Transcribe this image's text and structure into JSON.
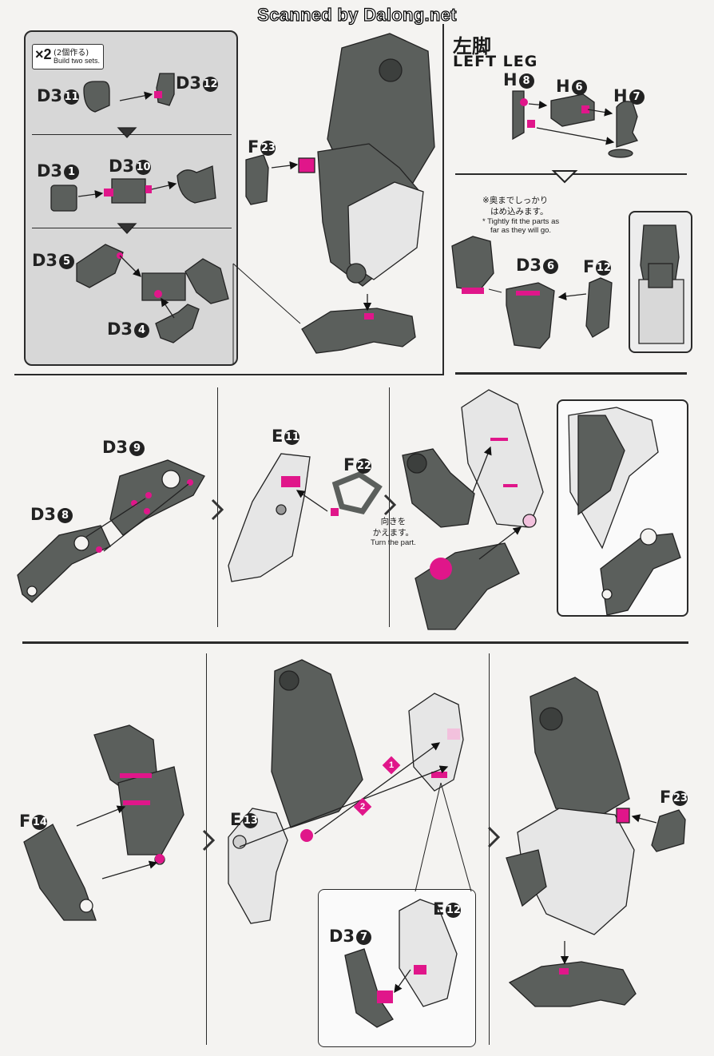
{
  "watermark": "Scanned by Dalong.net",
  "sub_box": {
    "multiplier": "×2",
    "jp_note": "(2個作る)",
    "en_note": "Build two sets."
  },
  "left_leg": {
    "title_jp": "左脚",
    "title_en": "LEFT LEG"
  },
  "fit_note": {
    "jp_line1": "※奥までしっかり",
    "jp_line2": "はめ込みます。",
    "en_line1": "* Tightly fit the parts as",
    "en_line2": "far as they will go."
  },
  "turn_note": {
    "jp_line1": "向きを",
    "jp_line2": "かえます。",
    "en": "Turn the part."
  },
  "parts": {
    "d3_11": {
      "prefix": "D3",
      "num": "11"
    },
    "d3_12": {
      "prefix": "D3",
      "num": "12"
    },
    "d3_1": {
      "prefix": "D3",
      "num": "1"
    },
    "d3_10": {
      "prefix": "D3",
      "num": "10"
    },
    "d3_5": {
      "prefix": "D3",
      "num": "5"
    },
    "d3_4": {
      "prefix": "D3",
      "num": "4"
    },
    "f_23_top": {
      "prefix": "F",
      "num": "23"
    },
    "h_8": {
      "prefix": "H",
      "num": "8"
    },
    "h_6": {
      "prefix": "H",
      "num": "6"
    },
    "h_7": {
      "prefix": "H",
      "num": "7"
    },
    "d3_6": {
      "prefix": "D3",
      "num": "6"
    },
    "f_12": {
      "prefix": "F",
      "num": "12"
    },
    "d3_9": {
      "prefix": "D3",
      "num": "9"
    },
    "d3_8": {
      "prefix": "D3",
      "num": "8"
    },
    "e_11": {
      "prefix": "E",
      "num": "11"
    },
    "f_22": {
      "prefix": "F",
      "num": "22"
    },
    "f_14": {
      "prefix": "F",
      "num": "14"
    },
    "e_13": {
      "prefix": "E",
      "num": "13"
    },
    "e_12": {
      "prefix": "E",
      "num": "12"
    },
    "d3_7": {
      "prefix": "D3",
      "num": "7"
    },
    "f_23_bottom": {
      "prefix": "F",
      "num": "23"
    }
  },
  "step_badges": [
    "1",
    "2"
  ],
  "colors": {
    "part_dark": "#5b5f5c",
    "part_light": "#d9d9d9",
    "accent": "#e0168a",
    "panel_gray": "#d7d7d7"
  }
}
